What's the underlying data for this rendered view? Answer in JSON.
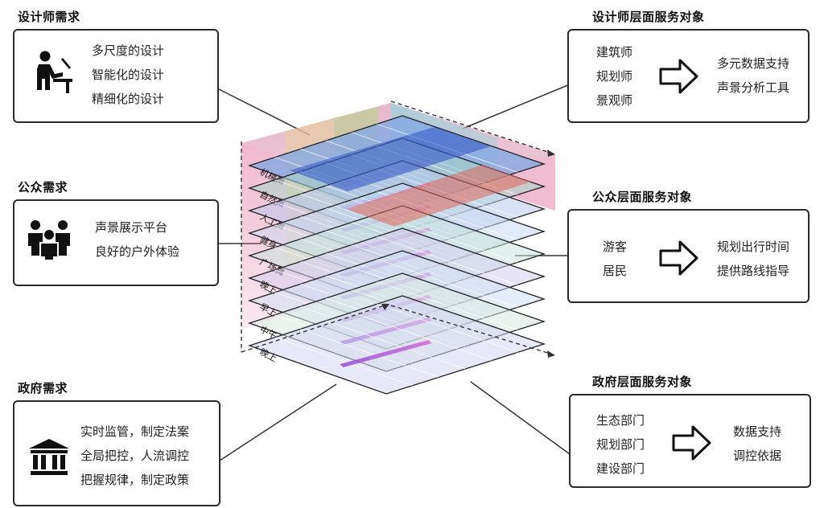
{
  "left": {
    "designer": {
      "title": "设计师需求",
      "icon": "designer-at-desk-icon",
      "items": [
        "多尺度的设计",
        "智能化的设计",
        "精细化的设计"
      ]
    },
    "public": {
      "title": "公众需求",
      "icon": "people-group-icon",
      "items": [
        "声景展示平台",
        "良好的户外体验"
      ]
    },
    "government": {
      "title": "政府需求",
      "icon": "government-building-icon",
      "items": [
        "实时监管，制定法案",
        "全局把控，人流调控",
        "把握规律，制定政策"
      ]
    }
  },
  "right": {
    "designer": {
      "title": "设计师层面服务对象",
      "targets": [
        "建筑师",
        "规划师",
        "景观师"
      ],
      "services": [
        "多元数据支持",
        "声景分析工具"
      ]
    },
    "public": {
      "title": "公众层面服务对象",
      "targets": [
        "游客",
        "居民"
      ],
      "services": [
        "规划出行时间",
        "提供路线指导"
      ]
    },
    "government": {
      "title": "政府层面服务对象",
      "targets": [
        "生态部门",
        "规划部门",
        "建设部门"
      ],
      "services": [
        "数据支持",
        "调控依据"
      ]
    }
  },
  "stack": {
    "layers": [
      "机械声",
      "自然声",
      "人工声",
      "健身",
      "广场舞",
      "晚上",
      "早上",
      "中午",
      "晚上"
    ]
  },
  "colors": {
    "border": "#2b2b2b",
    "pink": "#e06a9a",
    "yellow": "#e8d27a",
    "green": "#a7d36b",
    "cyan": "#6fd2de",
    "blue": "#3d63c9",
    "purple": "#8e4fd6",
    "red": "#e0665a"
  }
}
